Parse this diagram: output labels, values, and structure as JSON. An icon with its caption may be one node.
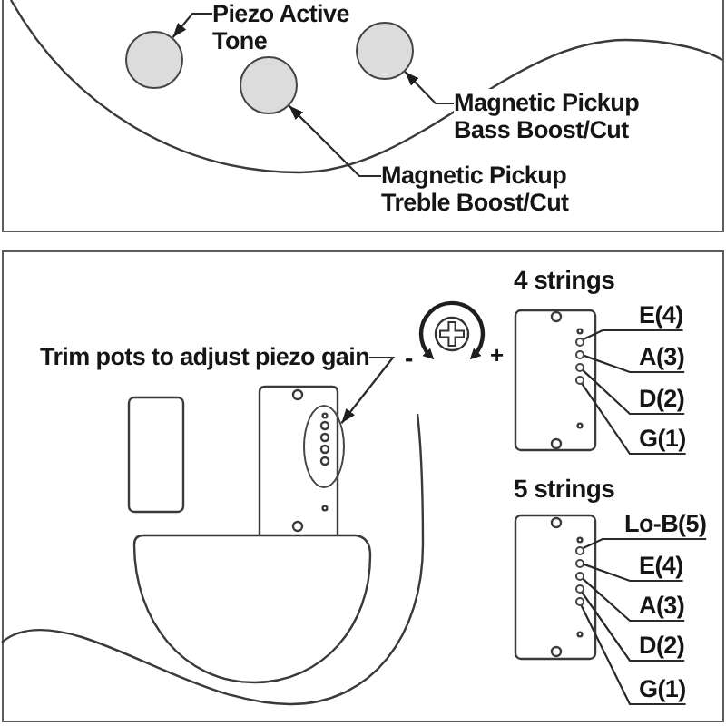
{
  "diagram": {
    "nodes": [
      {
        "text": [
          "Piezo Active Tone"
        ]
      },
      {
        "text": [],
        "shape": "circle"
      },
      {
        "text": [],
        "shape": "circle"
      },
      {
        "text": [],
        "shape": "circle"
      },
      {
        "text": [
          "Magnetic Pickup Bass Boost/Cut"
        ]
      },
      {
        "text": [
          "Magnetic Pickup Treble Boost/Cut"
        ]
      },
      {
        "text": [
          "Trim pots to adjust piezo gain"
        ]
      },
      {
        "text": [],
        "shape": "ellipse"
      },
      {
        "text": [
          "E(4)"
        ]
      },
      {
        "text": [
          "A(3)"
        ]
      },
      {
        "text": [
          "D(2)"
        ]
      },
      {
        "text": [
          "G(1)"
        ]
      },
      {
        "text": [],
        "shape": "circle"
      },
      {
        "text": [],
        "shape": "circle"
      },
      {
        "text": [],
        "shape": "circle"
      },
      {
        "text": [],
        "shape": "circle"
      },
      {
        "text": [
          "Lo-B(5)"
        ]
      },
      {
        "text": [
          "E(4)"
        ]
      },
      {
        "text": [
          "A(3)"
        ]
      },
      {
        "text": [
          "D(2)"
        ]
      },
      {
        "text": [
          "G(1)"
        ]
      },
      {
        "text": [],
        "shape": "circle"
      },
      {
        "text": [],
        "shape": "circle"
      },
      {
        "text": [],
        "shape": "circle"
      },
      {
        "text": [],
        "shape": "circle"
      },
      {
        "text": [],
        "shape": "circle"
      }
    ],
    "edges": [
      {
        "from": 0,
        "to": 1,
        "arrow": "to"
      },
      {
        "from": 4,
        "to": 3,
        "arrow": "to"
      },
      {
        "from": 5,
        "to": 2,
        "arrow": "to"
      },
      {
        "from": 6,
        "to": 7,
        "arrow": "to"
      },
      {
        "from": 8,
        "to": 12,
        "arrow": "none"
      },
      {
        "from": 9,
        "to": 13,
        "arrow": "none"
      },
      {
        "from": 10,
        "to": 14,
        "arrow": "none"
      },
      {
        "from": 11,
        "to": 15,
        "arrow": "none"
      },
      {
        "from": 16,
        "to": 21,
        "arrow": "none"
      },
      {
        "from": 17,
        "to": 22,
        "arrow": "none"
      },
      {
        "from": 18,
        "to": 23,
        "arrow": "none"
      },
      {
        "from": 19,
        "to": 24,
        "arrow": "none"
      },
      {
        "from": 20,
        "to": 25,
        "arrow": "none"
      }
    ],
    "labels": [
      "4 strings",
      "-",
      "+",
      "5 strings"
    ]
  }
}
